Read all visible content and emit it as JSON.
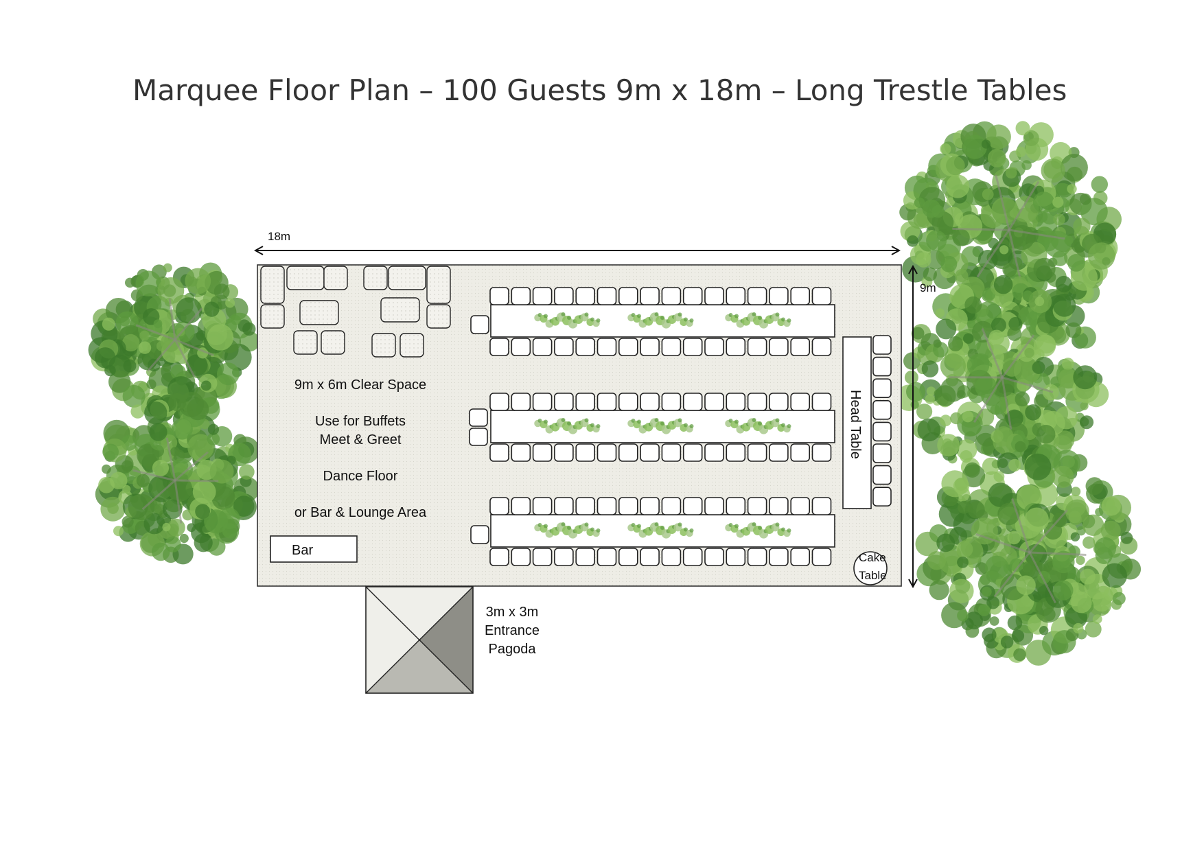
{
  "title": "Marquee Floor Plan – 100 Guests 9m x 18m – Long Trestle Tables",
  "dimensions": {
    "length": "18m",
    "width": "9m"
  },
  "clear_space": {
    "line1": "9m x 6m Clear Space",
    "line2": "Use for Buffets",
    "line3": "Meet & Greet",
    "line4": "Dance Floor",
    "line5": "or Bar & Lounge Area"
  },
  "bar": "Bar",
  "head_table": "Head Table",
  "cake_table": {
    "line1": "Cake",
    "line2": "Table"
  },
  "pagoda": {
    "line1": "3m x 3m",
    "line2": "Entrance",
    "line3": "Pagoda"
  },
  "colors": {
    "floor": "#eeede6",
    "foliage_dark": "#3c7a2b",
    "foliage_mid": "#5e9b3f",
    "foliage_light": "#8cbf5e",
    "flowers": "#a9c98c",
    "pagoda_light": "#efefea",
    "pagoda_mid": "#b9b9b2",
    "pagoda_dark": "#8e8e87"
  }
}
